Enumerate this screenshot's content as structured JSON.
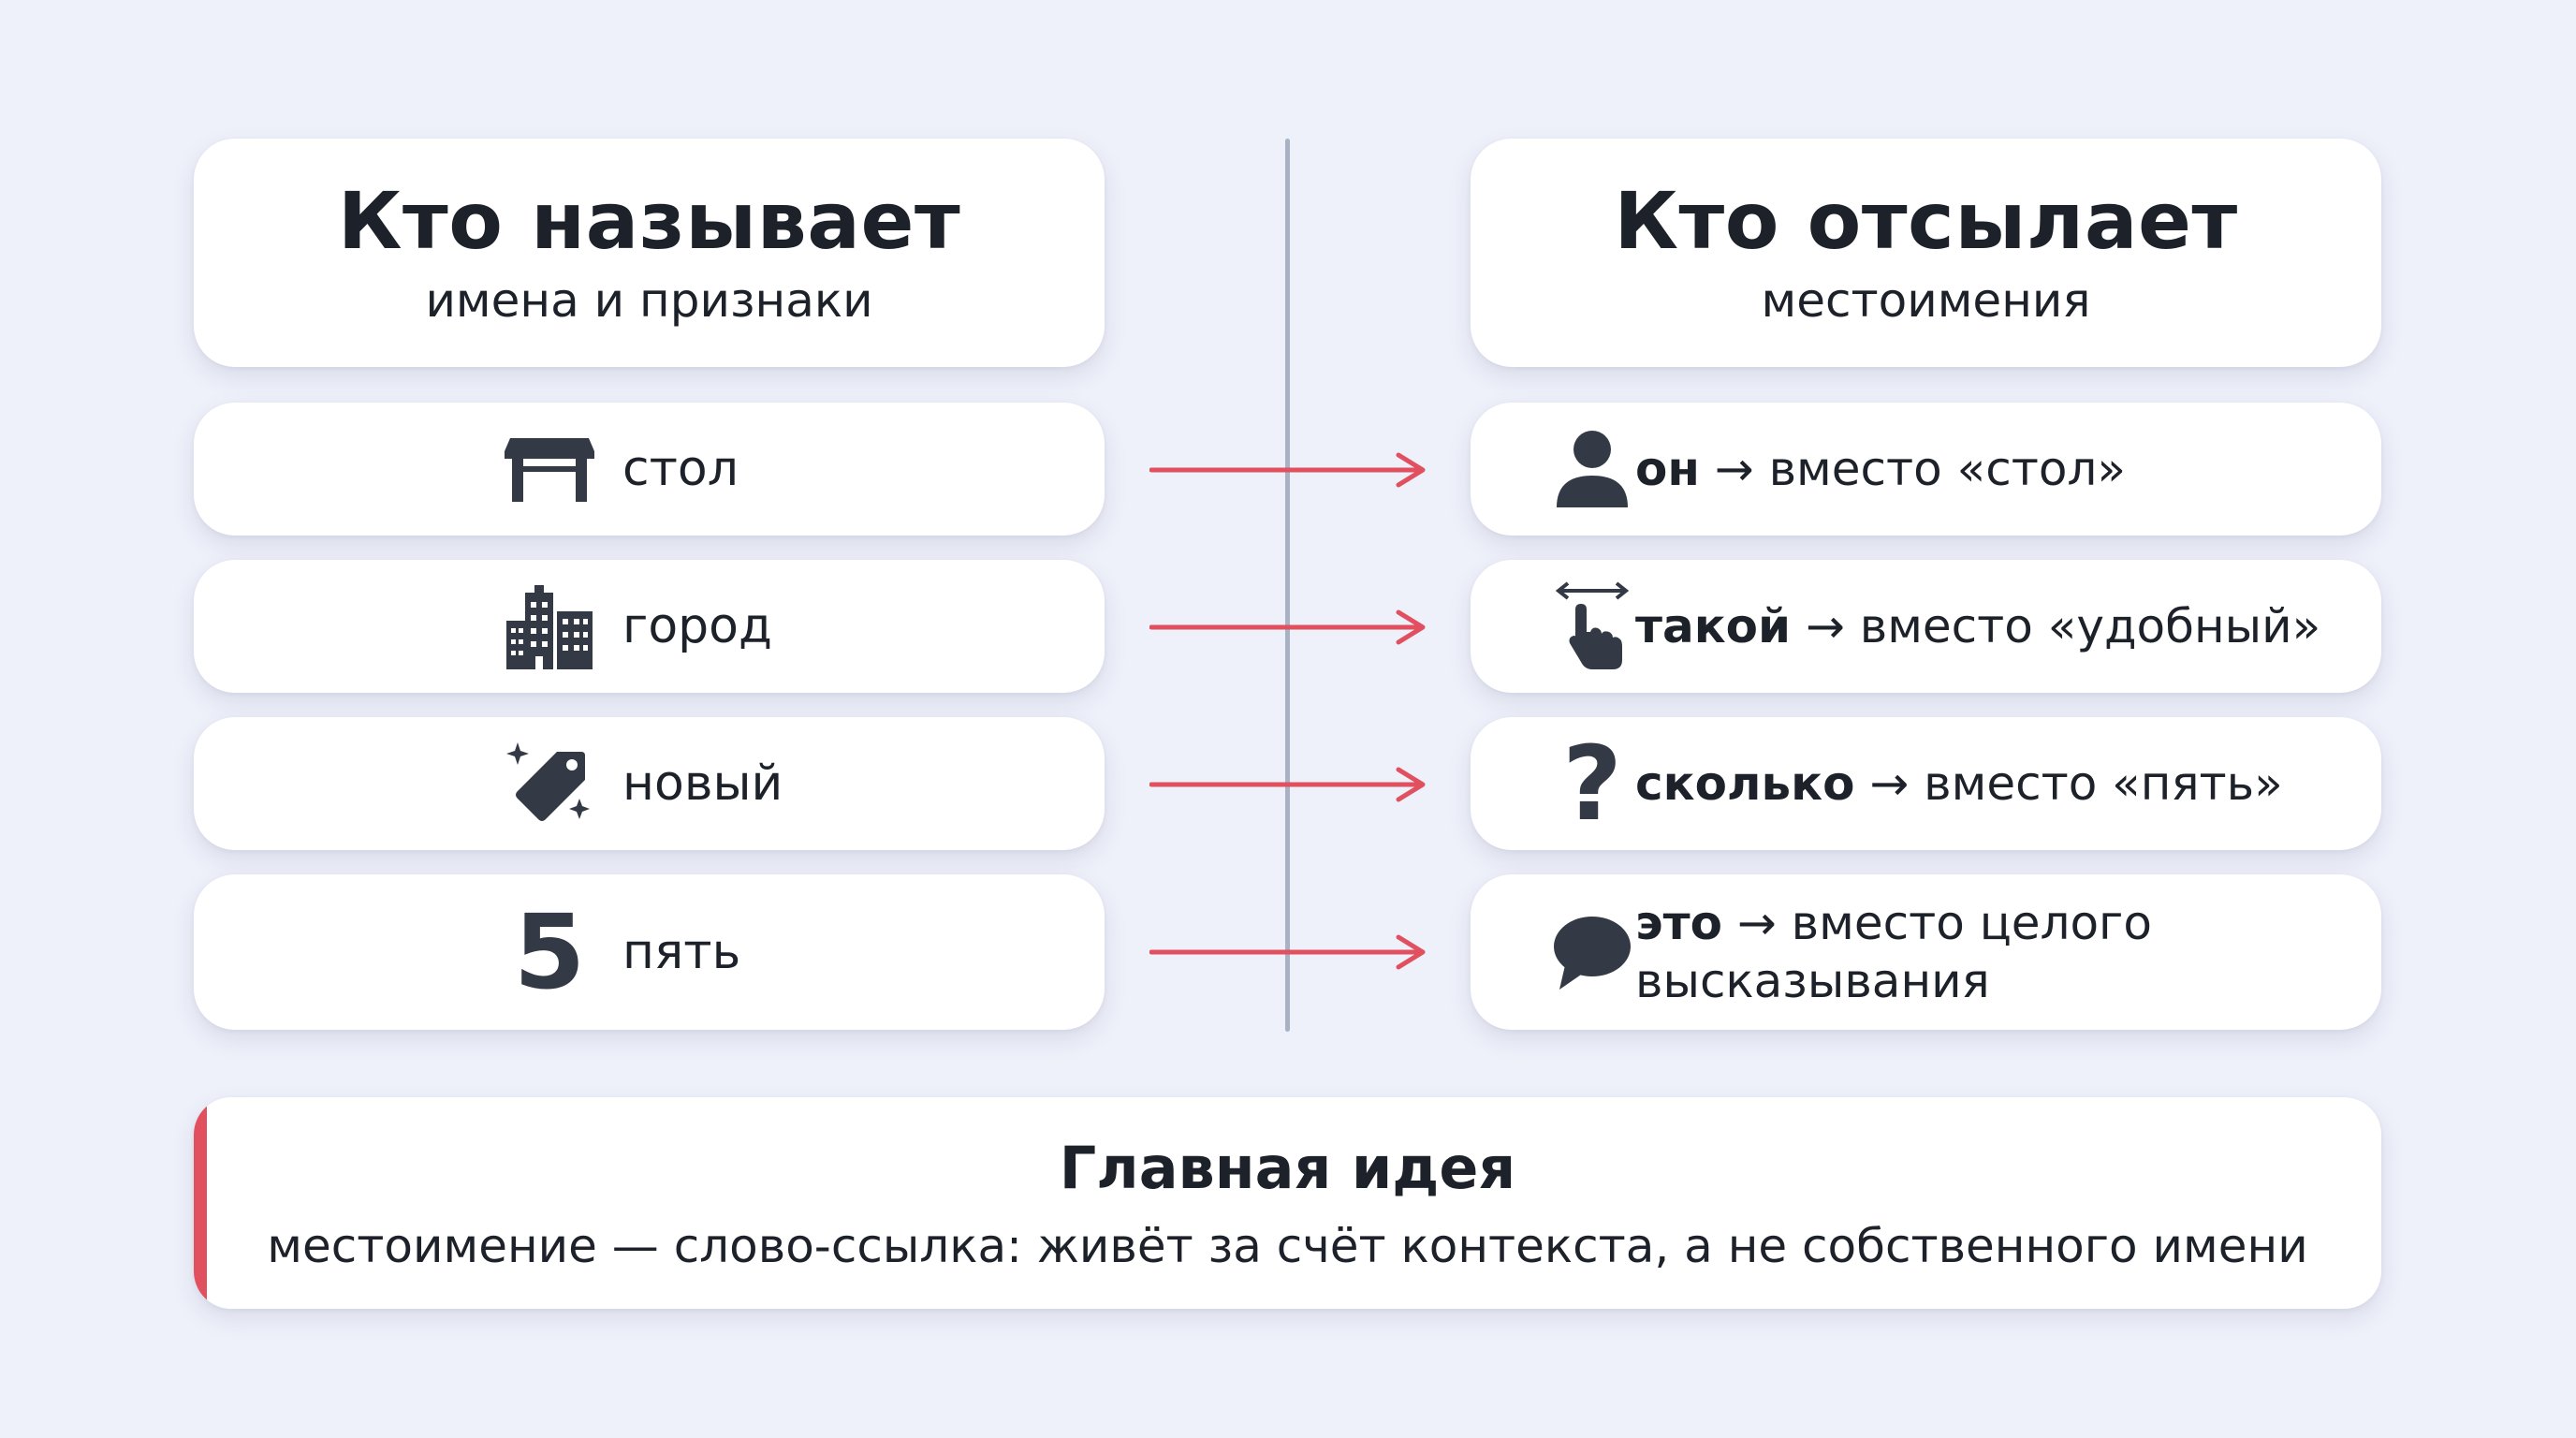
{
  "left_header": {
    "title": "Кто называет",
    "subtitle": "имена и признаки"
  },
  "right_header": {
    "title": "Кто отсылает",
    "subtitle": "местоимения"
  },
  "left_items": [
    {
      "label": "стол",
      "icon": "table-icon"
    },
    {
      "label": "город",
      "icon": "city-buildings-icon"
    },
    {
      "label": "новый",
      "icon": "sparkle-tag-icon"
    },
    {
      "label": "пять",
      "icon": "number-five-icon",
      "glyph": "5"
    }
  ],
  "right_items": [
    {
      "word": "он",
      "rest": " → вместо «стол»",
      "icon": "person-icon"
    },
    {
      "word": "такой",
      "rest": " → вместо «удобный»",
      "icon": "hand-pointer-icon"
    },
    {
      "word": "сколько",
      "rest": " → вместо «пять»",
      "icon": "question-mark-icon",
      "glyph": "?"
    },
    {
      "word": "это",
      "rest": " → вместо целого",
      "line2": "высказывания",
      "icon": "speech-bubble-icon"
    }
  ],
  "main_idea": {
    "title": "Главная идея",
    "text": "местоимение — слово-ссылка: живёт за счёт контекста, а не собственного имени"
  },
  "colors": {
    "background": "#eef0fa",
    "card": "#ffffff",
    "arrow": "#e0505f",
    "divider": "#a9b1c4",
    "icon": "#343a45"
  }
}
